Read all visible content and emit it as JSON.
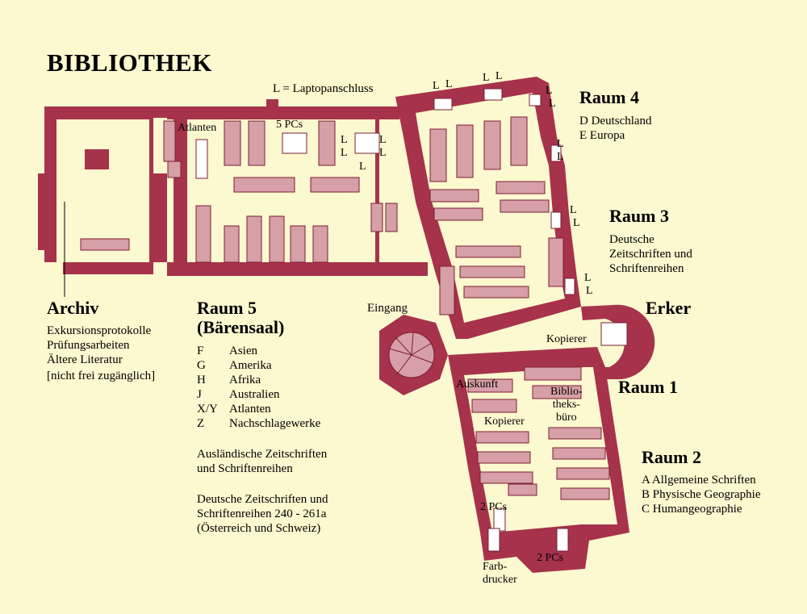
{
  "title": "BIBLIOTHEK",
  "legend_note": "L = Laptopanschluss",
  "colors": {
    "background": "#fcf8cf",
    "wall": "#a6324b",
    "furniture": "#d79fa8",
    "outline": "#7a1f33"
  },
  "rooms": {
    "raum4": {
      "title": "Raum 4",
      "lines": [
        "D Deutschland",
        "E  Europa"
      ]
    },
    "raum3": {
      "title": "Raum 3",
      "lines": [
        "Deutsche",
        "Zeitschriften und",
        "Schriftenreihen"
      ]
    },
    "erker": {
      "title": "Erker"
    },
    "raum1": {
      "title": "Raum 1"
    },
    "raum2": {
      "title": "Raum 2",
      "lines": [
        "A  Allgemeine Schriften",
        "B  Physische Geographie",
        "C  Humangeographie"
      ]
    },
    "archiv": {
      "title": "Archiv",
      "lines": [
        "Exkursionsprotokolle",
        "Prüfungsarbeiten",
        "Ältere Literatur",
        "[nicht frei zugänglich]"
      ]
    },
    "raum5": {
      "title_1": "Raum 5",
      "title_2": "(Bärensaal)",
      "codes": [
        {
          "key": "F",
          "value": "Asien"
        },
        {
          "key": "G",
          "value": "Amerika"
        },
        {
          "key": "H",
          "value": "Afrika"
        },
        {
          "key": "J",
          "value": "Australien"
        },
        {
          "key": "X/Y",
          "value": "Atlanten"
        },
        {
          "key": "Z",
          "value": "Nachschlagewerke"
        }
      ],
      "note1": [
        "Ausländische Zeitschriften",
        "und Schriftenreihen"
      ],
      "note2": [
        "Deutsche Zeitschriften  und",
        "Schriftenreihen 240 - 261a",
        "(Österreich und Schweiz)"
      ]
    }
  },
  "plan_labels": {
    "atlanten": "Atlanten",
    "pcs5": "5 PCs",
    "eingang": "Eingang",
    "auskunft": "Auskunft",
    "kopierer": "Kopierer",
    "buero": [
      "Biblio-",
      "theks-",
      "büro"
    ],
    "pcs2": "2 PCs",
    "farb": [
      "Farb-",
      "drucker"
    ],
    "laptop": "L"
  }
}
